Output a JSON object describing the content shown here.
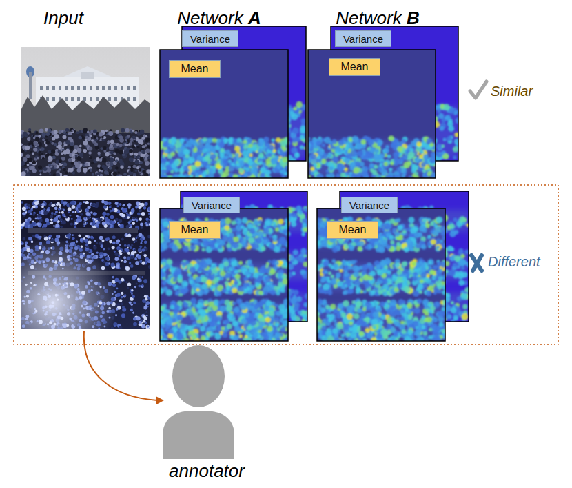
{
  "diagram": {
    "nodes": [
      {
        "text": [
          "Variance"
        ]
      },
      {
        "text": [
          "Mean"
        ]
      },
      {
        "text": [
          "Variance"
        ]
      },
      {
        "text": [
          "Mean"
        ]
      },
      {
        "text": [
          "Variance"
        ]
      },
      {
        "text": [
          "Mean"
        ]
      },
      {
        "text": [
          "Variance"
        ]
      },
      {
        "text": [
          "Mean"
        ]
      }
    ],
    "labels": [
      "Input",
      "Network A",
      "Network B",
      "Similar",
      "Different",
      "annotator"
    ]
  }
}
